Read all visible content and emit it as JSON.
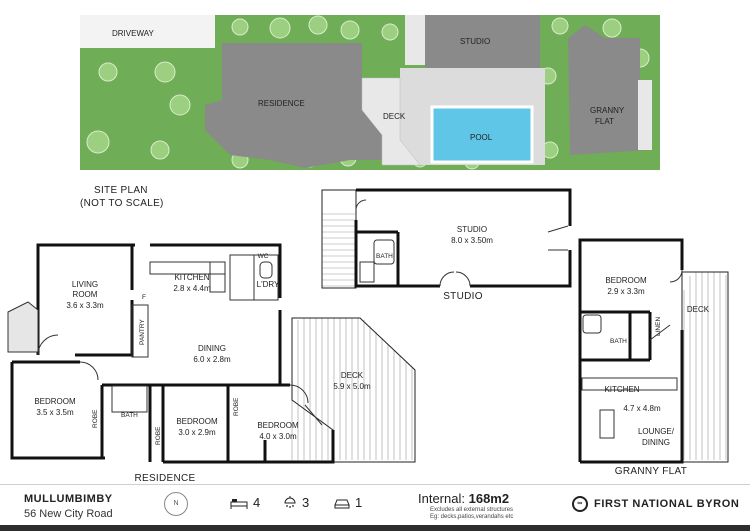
{
  "site_plan": {
    "driveway": "DRIVEWAY",
    "studio": "STUDIO",
    "residence": "RESIDENCE",
    "deck": "DECK",
    "pool": "POOL",
    "granny_flat_line1": "GRANNY",
    "granny_flat_line2": "FLAT",
    "caption_line1": "SITE PLAN",
    "caption_line2": "(NOT TO SCALE)",
    "colors": {
      "lawn": "#6fae57",
      "roof": "#8a8a8a",
      "pool": "#5fc6e8",
      "deck": "#e8e8e8",
      "paving": "#dcdcdc"
    }
  },
  "residence": {
    "caption": "RESIDENCE",
    "rooms": {
      "living_name1": "LIVING",
      "living_name2": "ROOM",
      "living_dim": "3.6 x 3.3m",
      "kitchen_name": "KITCHEN",
      "kitchen_dim": "2.8 x 4.4m",
      "wc": "WC",
      "laundry": "L'DRY",
      "f": "F",
      "pantry": "PANTRY",
      "dining_name": "DINING",
      "dining_dim": "6.0 x 2.8m",
      "deck_name": "DECK",
      "deck_dim": "5.9 x 5.0m",
      "bed1_name": "BEDROOM",
      "bed1_dim": "3.5 x 3.5m",
      "robe1": "ROBE",
      "bath": "BATH",
      "robe2": "ROBE",
      "bed2_name": "BEDROOM",
      "bed2_dim": "3.0 x 2.9m",
      "robe3": "ROBE",
      "bed3_name": "BEDROOM",
      "bed3_dim": "4.0 x 3.0m"
    }
  },
  "studio": {
    "caption": "STUDIO",
    "name": "STUDIO",
    "dim": "8.0 x 3.50m",
    "bath": "BATH"
  },
  "granny_flat": {
    "caption": "GRANNY FLAT",
    "bed_name": "BEDROOM",
    "bed_dim": "2.9 x 3.3m",
    "deck": "DECK",
    "linen": "LINEN",
    "bath": "BATH",
    "kitchen_name": "KITCHEN",
    "kitchen_dim": "4.7 x 4.8m",
    "lounge1": "LOUNGE/",
    "lounge2": "DINING"
  },
  "footer": {
    "town": "MULLUMBIMBY",
    "address": "56 New City Road",
    "compass": "N",
    "beds": "4",
    "baths": "3",
    "cars": "1",
    "internal_label": "Internal:",
    "internal_value": "168m2",
    "note1": "Excludes all external structures",
    "note2": "Eg: decks,patios,verandahs etc",
    "brand": "FIRST NATIONAL BYRON",
    "icons": [
      "bed-icon",
      "shower-icon",
      "car-icon"
    ]
  }
}
